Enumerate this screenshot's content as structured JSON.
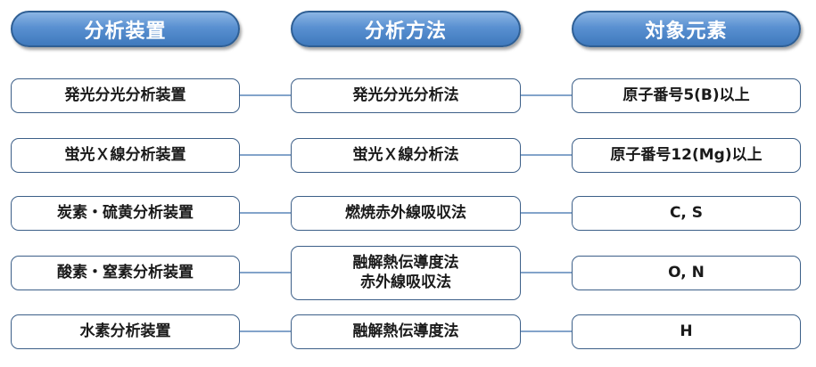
{
  "headers": {
    "device": "分析装置",
    "method": "分析方法",
    "elements": "対象元素"
  },
  "rows": [
    {
      "device": "発光分光分析装置",
      "method_line1": "発光分光分析法",
      "method_line2": "",
      "elements": "原子番号5(B)以上"
    },
    {
      "device": "蛍光Ｘ線分析装置",
      "method_line1": "蛍光Ｘ線分析法",
      "method_line2": "",
      "elements": "原子番号12(Mg)以上"
    },
    {
      "device": "炭素・硫黄分析装置",
      "method_line1": "燃焼赤外線吸収法",
      "method_line2": "",
      "elements": "C, S"
    },
    {
      "device": "酸素・窒素分析装置",
      "method_line1": "融解熱伝導度法",
      "method_line2": "赤外線吸収法",
      "elements": "O, N"
    },
    {
      "device": "水素分析装置",
      "method_line1": "融解熱伝導度法",
      "method_line2": "",
      "elements": "H"
    }
  ],
  "colors": {
    "header_fill": "#5990d1",
    "header_border": "#2f5f94",
    "cell_border": "#3c5f88",
    "connector": "#5a86b8"
  }
}
